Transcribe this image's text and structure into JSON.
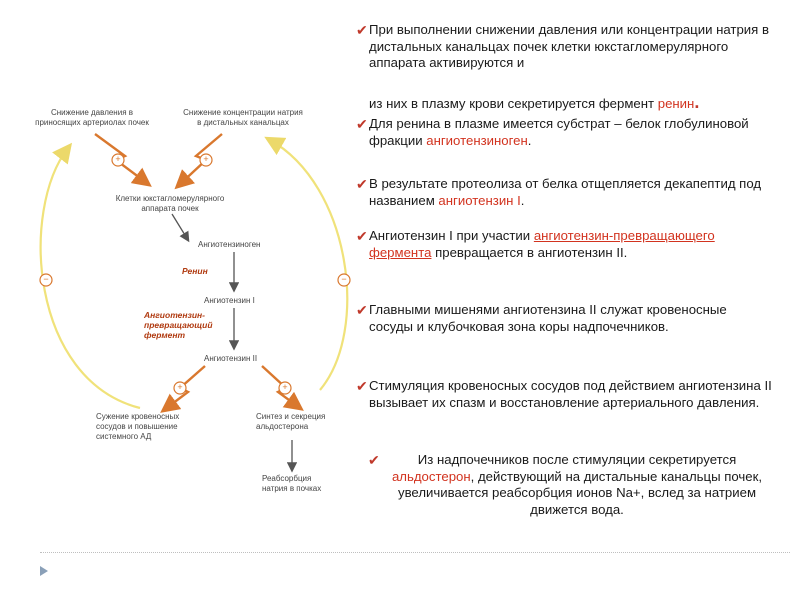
{
  "diagram": {
    "top_left": [
      "Снижение давления в",
      "приносящих артериолах почек"
    ],
    "top_right": [
      "Снижение концентрации натрия",
      "в дистальных канальцах"
    ],
    "cells": [
      "Клетки юкстагломерулярного",
      "аппарата почек"
    ],
    "angiotensinogen": "Ангиотензиноген",
    "renin": "Ренин",
    "angiotensin1": "Ангиотензин I",
    "ace": [
      "Ангиотензин-",
      "превращающий",
      "фермент"
    ],
    "angiotensin2": "Ангиотензин II",
    "vaso": [
      "Сужение кровеносных",
      "сосудов и повышение",
      "системного АД"
    ],
    "aldo": [
      "Синтез и секреция",
      "альдостерона"
    ],
    "reabs": [
      "Реабсорбция",
      "натрия в почках"
    ],
    "plus": "+",
    "minus": "−"
  },
  "text": {
    "check": "✔",
    "p1a": "При выполнении снижении давления или концентрации натрия в дистальных канальцах почек клетки юкстагломерулярного аппарата активируются и",
    "p1b": "из них в плазму крови секретируется фермент ",
    "p1b_hl": "ренин",
    "p1b_end": ".",
    "p2a": "Для ренина в плазме имеется субстрат – белок глобулиновой фракции ",
    "p2_hl": "ангиотензиноген",
    "p2_end": ".",
    "p3a": "В результате протеолиза от белка отщепляется декапептид под названием ",
    "p3_hl": "ангиотензин I",
    "p3_end": ".",
    "p4a": "Ангиотензин I при участии ",
    "p4_hl": "ангиотензин-превращающего фермента",
    "p4b": " превращается в ангиотензин II.",
    "p5": "Главными мишенями ангиотензина II служат кровеносные сосуды и клубочковая зона коры надпочечников.",
    "p6": "Стимуляция кровеносных сосудов под действием ангиотензина II вызывает их спазм и восстановление артериального давления.",
    "p7a": "Из надпочечников после стимуляции секретируется ",
    "p7_hl": "альдостерон",
    "p7b": ", действующий на дистальные канальцы почек, увеличивается реабсорбция ионов Na+, вслед за натрием движется вода."
  },
  "colors": {
    "accent": "#d2331f",
    "feedback": "#f0e27a",
    "arrow": "#d9782e"
  }
}
